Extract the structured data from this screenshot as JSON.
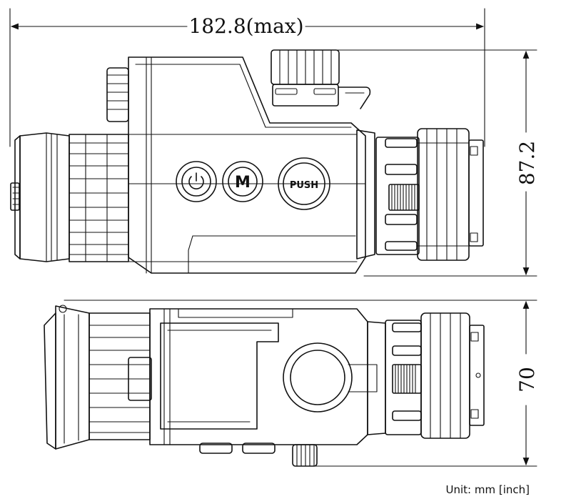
{
  "dimensions": {
    "width_label": "182.8(max)",
    "height_label": "87.2",
    "depth_label": "70"
  },
  "buttons": {
    "power_label": "",
    "mode_label": "M",
    "push_label": "PUSH"
  },
  "unit_note": "Unit: mm [inch]",
  "colors": {
    "line": "#111111",
    "background": "#ffffff"
  },
  "icons": [
    "power-icon"
  ]
}
